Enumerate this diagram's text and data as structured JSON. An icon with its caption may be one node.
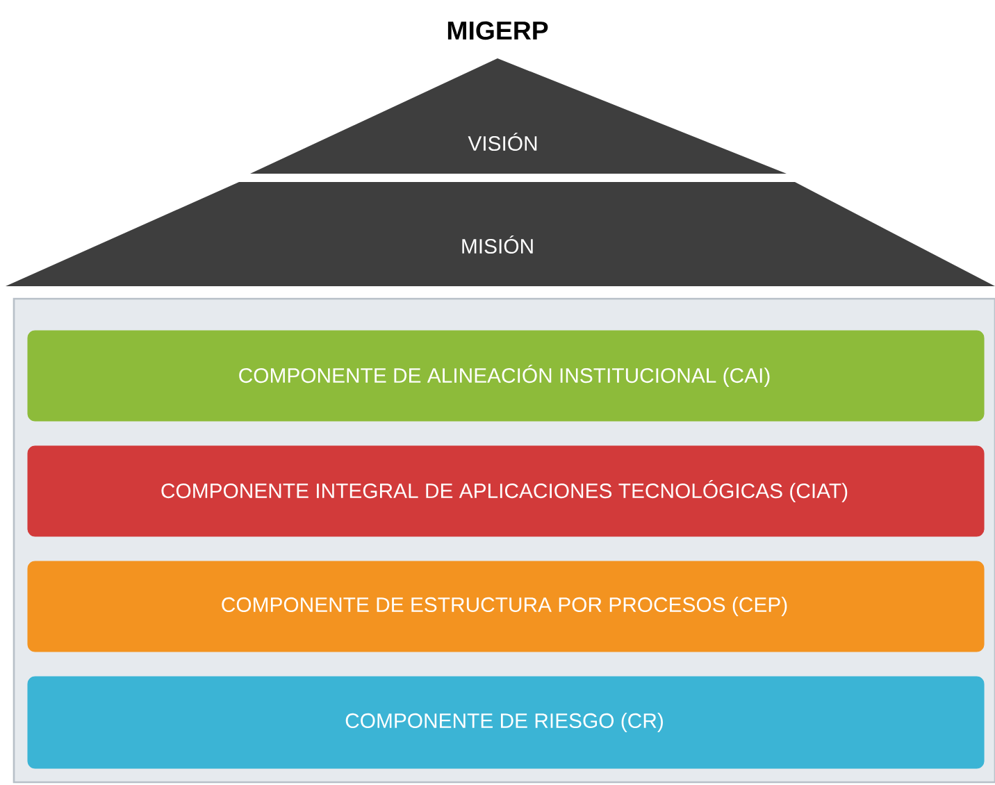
{
  "diagram": {
    "title": "MIGERP",
    "nodes": [
      {
        "text": [
          "VISIÓN"
        ]
      },
      {
        "text": [
          "MISIÓN"
        ]
      },
      {
        "text": [],
        "shape": "box"
      },
      {
        "text": [
          "COMPONENTE DE ALINEACIÓN INSTITUCIONAL (CAI)"
        ],
        "in": 2
      },
      {
        "text": [
          "COMPONENTE INTEGRAL DE APLICACIONES TECNOLÓGICAS (CIAT)"
        ],
        "in": 2
      },
      {
        "text": [
          "COMPONENTE DE ESTRUCTURA POR PROCESOS (CEP)"
        ],
        "in": 2
      },
      {
        "text": [
          "COMPONENTE DE RIESGO (CR)"
        ],
        "in": 2
      }
    ]
  }
}
